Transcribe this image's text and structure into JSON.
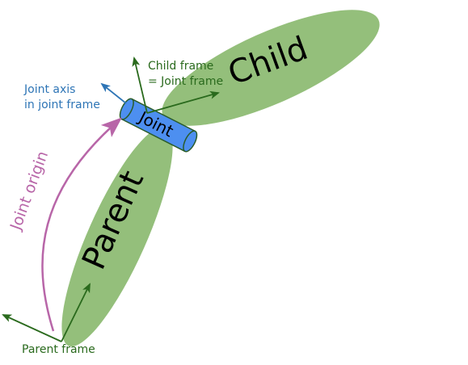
{
  "labels": {
    "child": "Child",
    "parent": "Parent",
    "joint": "Joint",
    "joint_origin": "Joint origin",
    "child_frame_line1": "Child frame",
    "child_frame_line2": "= Joint frame",
    "joint_axis_line1": "Joint axis",
    "joint_axis_line2": "in joint frame",
    "parent_frame": "Parent frame"
  },
  "colors": {
    "link_fill": "#94bf7b",
    "joint_fill": "#4d8ff0",
    "joint_stroke": "#2a5c2a",
    "frame_arrow": "#2a6a1d",
    "axis_arrow": "#2e75b6",
    "origin_arrow": "#b866a8"
  }
}
